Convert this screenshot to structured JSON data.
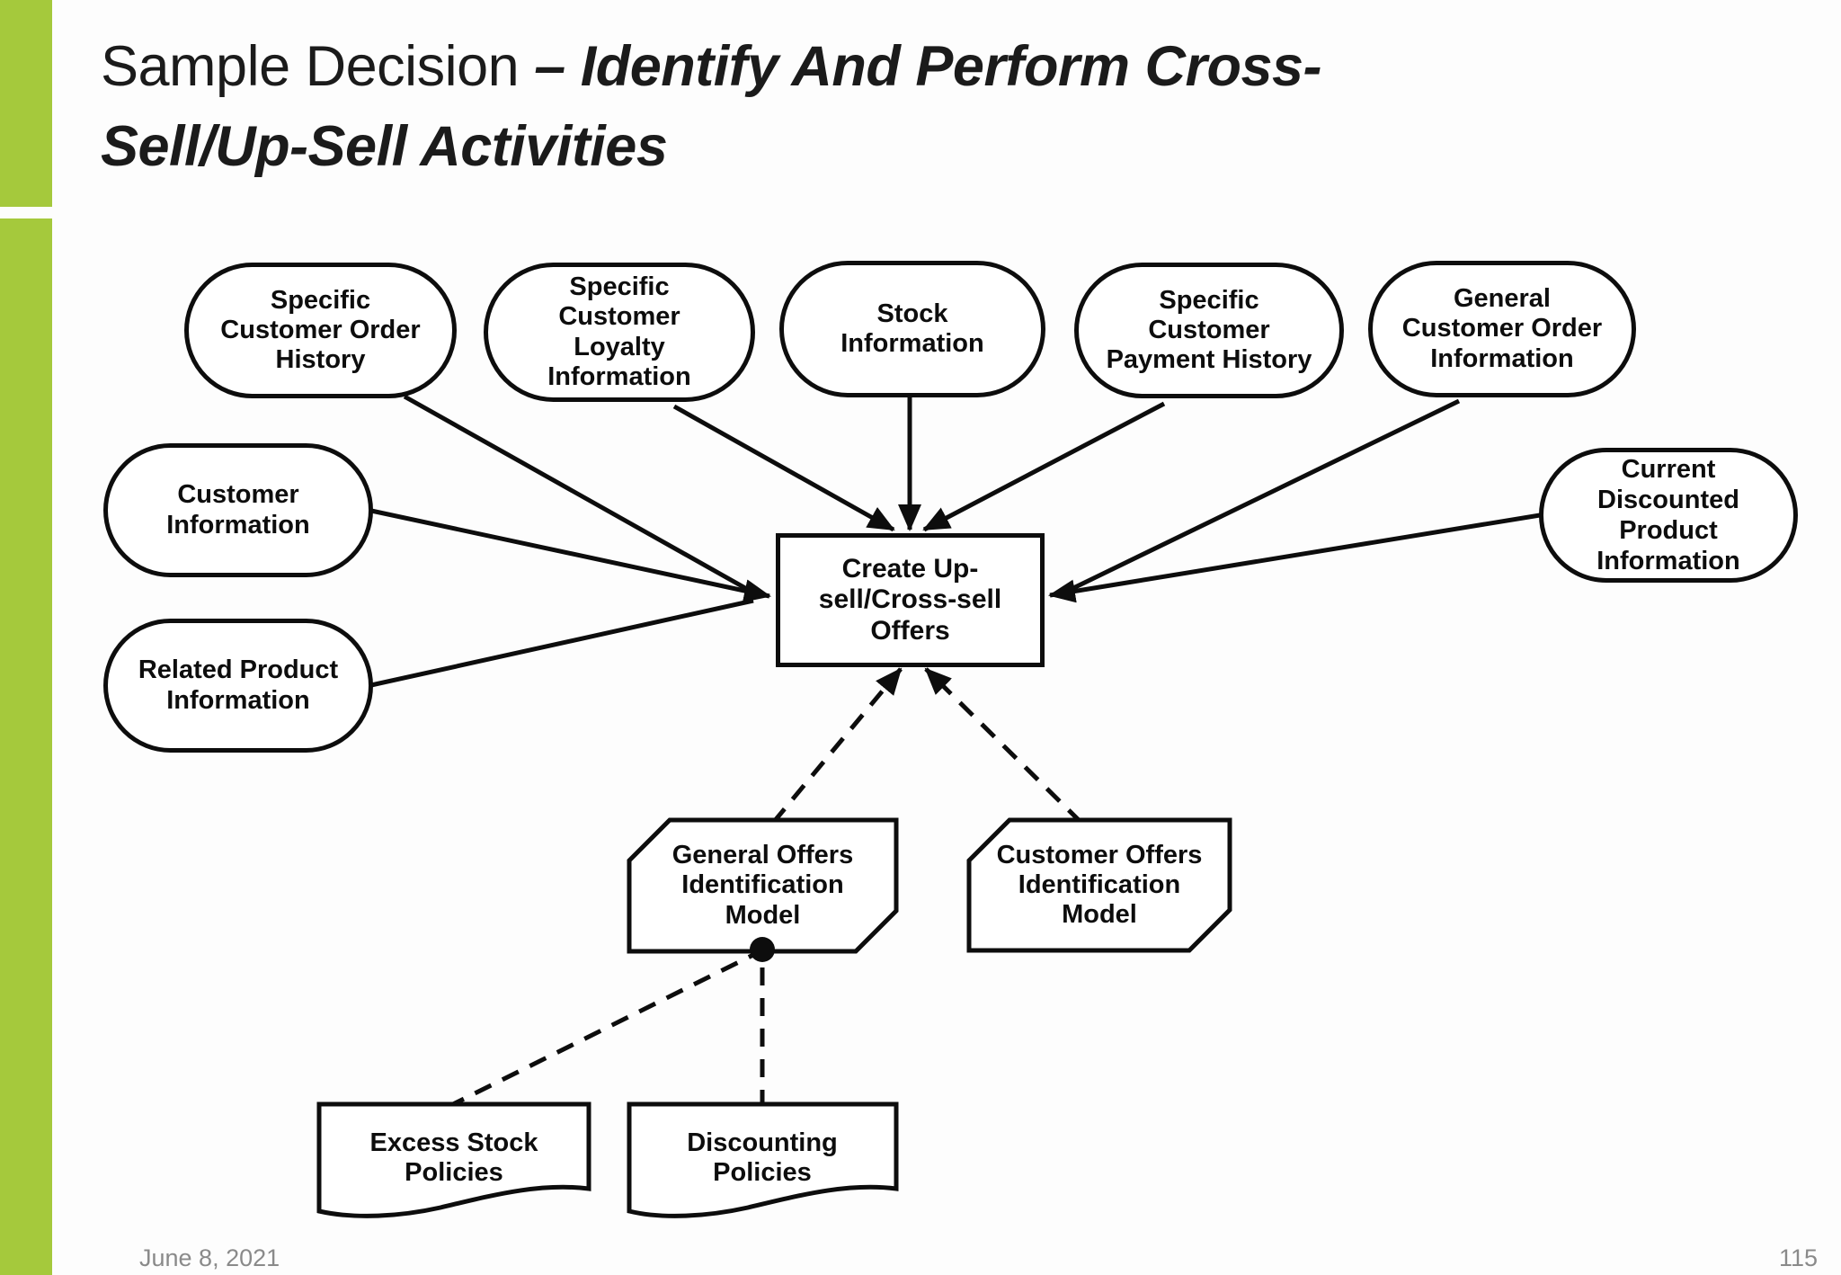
{
  "slide": {
    "title": {
      "regular": "Sample Decision ",
      "emphasis_line1": "– Identify And Perform Cross-",
      "emphasis_line2": "Sell/Up-Sell Activities"
    },
    "footer": {
      "date": "June 8, 2021",
      "page_number": "115"
    },
    "colors": {
      "accent_green": "#a5c93c",
      "diagram_stroke": "#0d0d0d",
      "node_fill": "#ffffff",
      "footer_text": "#8a8a8a"
    }
  },
  "diagram": {
    "nodes": [
      {
        "id": "specific-customer-order-history",
        "type": "input-data",
        "label": "Specific\nCustomer Order\nHistory"
      },
      {
        "id": "specific-customer-loyalty-information",
        "type": "input-data",
        "label": "Specific\nCustomer\nLoyalty\nInformation"
      },
      {
        "id": "stock-information",
        "type": "input-data",
        "label": "Stock\nInformation"
      },
      {
        "id": "specific-customer-payment-history",
        "type": "input-data",
        "label": "Specific\nCustomer\nPayment History"
      },
      {
        "id": "general-customer-order-information",
        "type": "input-data",
        "label": "General\nCustomer Order\nInformation"
      },
      {
        "id": "customer-information",
        "type": "input-data",
        "label": "Customer\nInformation"
      },
      {
        "id": "related-product-information",
        "type": "input-data",
        "label": "Related Product\nInformation"
      },
      {
        "id": "current-discounted-product-information",
        "type": "input-data",
        "label": "Current\nDiscounted\nProduct\nInformation"
      },
      {
        "id": "create-up-sell-cross-sell-offers",
        "type": "decision",
        "label": "Create Up-\nsell/Cross-sell\nOffers"
      },
      {
        "id": "general-offers-identification-model",
        "type": "business-knowledge-model",
        "label": "General Offers\nIdentification\nModel"
      },
      {
        "id": "customer-offers-identification-model",
        "type": "business-knowledge-model",
        "label": "Customer Offers\nIdentification\nModel"
      },
      {
        "id": "excess-stock-policies",
        "type": "knowledge-source",
        "label": "Excess Stock\nPolicies"
      },
      {
        "id": "discounting-policies",
        "type": "knowledge-source",
        "label": "Discounting\nPolicies"
      }
    ],
    "edges": [
      {
        "from": "specific-customer-order-history",
        "to": "create-up-sell-cross-sell-offers",
        "style": "solid",
        "end": "arrow"
      },
      {
        "from": "specific-customer-loyalty-information",
        "to": "create-up-sell-cross-sell-offers",
        "style": "solid",
        "end": "arrow"
      },
      {
        "from": "stock-information",
        "to": "create-up-sell-cross-sell-offers",
        "style": "solid",
        "end": "arrow"
      },
      {
        "from": "specific-customer-payment-history",
        "to": "create-up-sell-cross-sell-offers",
        "style": "solid",
        "end": "arrow"
      },
      {
        "from": "general-customer-order-information",
        "to": "create-up-sell-cross-sell-offers",
        "style": "solid",
        "end": "arrow"
      },
      {
        "from": "customer-information",
        "to": "create-up-sell-cross-sell-offers",
        "style": "solid",
        "end": "arrow"
      },
      {
        "from": "related-product-information",
        "to": "create-up-sell-cross-sell-offers",
        "style": "solid",
        "end": "arrow"
      },
      {
        "from": "current-discounted-product-information",
        "to": "create-up-sell-cross-sell-offers",
        "style": "solid",
        "end": "arrow"
      },
      {
        "from": "general-offers-identification-model",
        "to": "create-up-sell-cross-sell-offers",
        "style": "dashed",
        "end": "arrow"
      },
      {
        "from": "customer-offers-identification-model",
        "to": "create-up-sell-cross-sell-offers",
        "style": "dashed",
        "end": "arrow"
      },
      {
        "from": "excess-stock-policies",
        "to": "general-offers-identification-model",
        "style": "dashed",
        "end": "filled-circle"
      },
      {
        "from": "discounting-policies",
        "to": "general-offers-identification-model",
        "style": "dashed",
        "end": "filled-circle"
      }
    ]
  }
}
